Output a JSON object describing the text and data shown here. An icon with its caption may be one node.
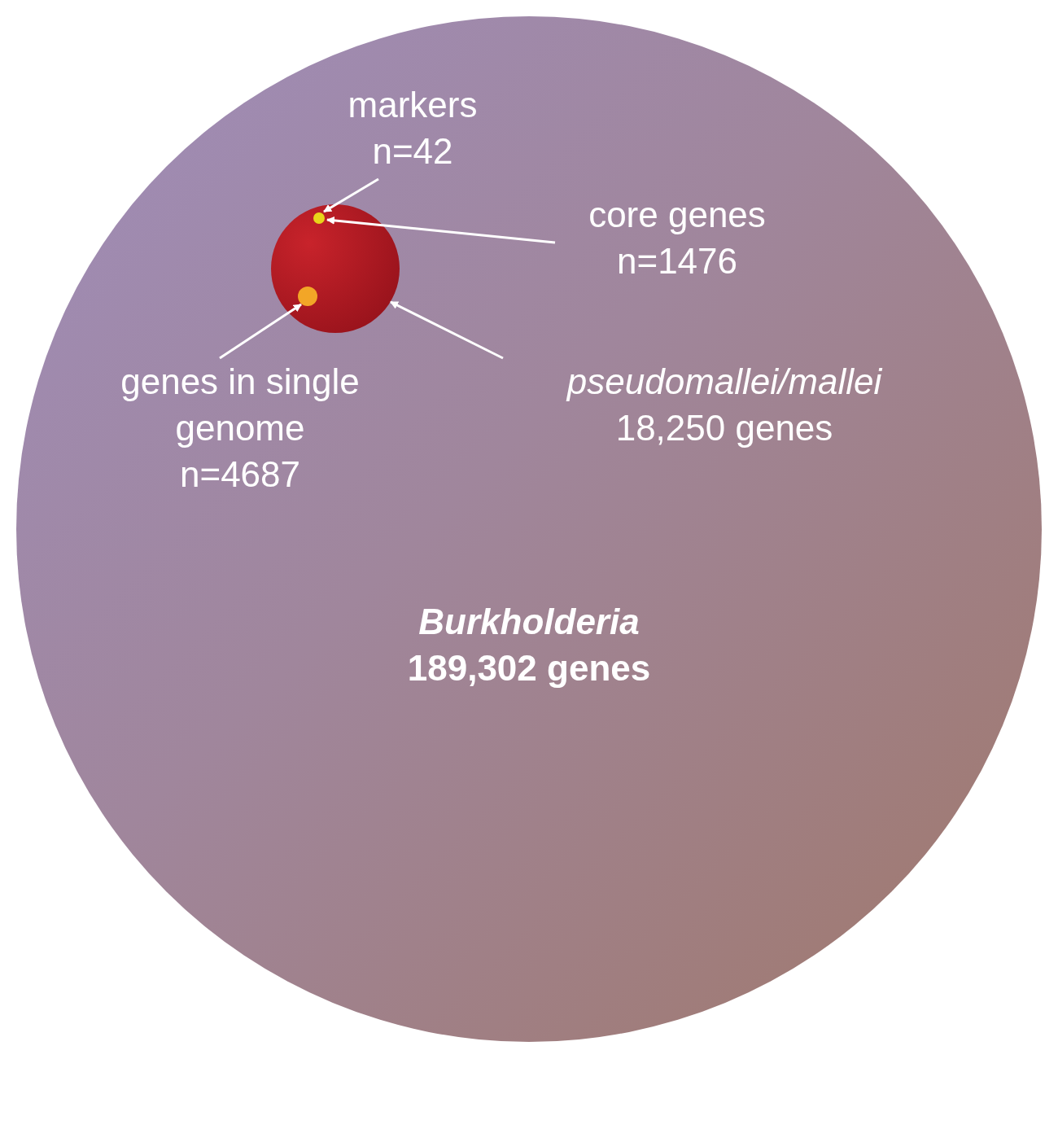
{
  "diagram": {
    "nodes": [
      {
        "text": [
          "Burkholderia",
          "189,302 genes"
        ]
      },
      {
        "text": [
          "markers",
          "n=42"
        ],
        "in": 0
      },
      {
        "text": [],
        "shape": "circle",
        "in": 0
      },
      {
        "text": [],
        "shape": "circle",
        "in": 2
      },
      {
        "text": [],
        "shape": "circle",
        "in": 2
      },
      {
        "text": [
          "core genes",
          "n=1476"
        ],
        "in": 0
      },
      {
        "text": [
          "genes in single genome",
          "n=4687"
        ],
        "in": 0
      },
      {
        "text": [
          "pseudomallei/mallei",
          "18,250 genes"
        ],
        "in": 0
      }
    ],
    "edges": [
      {
        "from": 1,
        "to": 3,
        "arrow": "to"
      },
      {
        "from": 5,
        "to": 3,
        "arrow": "to"
      },
      {
        "from": 6,
        "to": 4,
        "arrow": "to"
      },
      {
        "from": 7,
        "to": 2,
        "arrow": "to"
      }
    ]
  }
}
